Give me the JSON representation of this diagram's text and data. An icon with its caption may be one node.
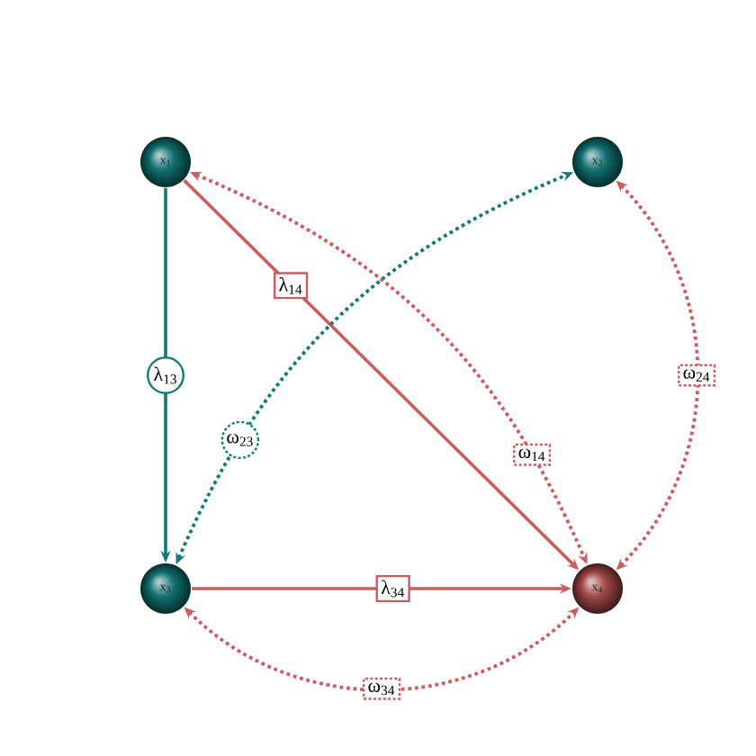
{
  "diagram": {
    "nodes": [
      {
        "text": [
          "x$_{1}$"
        ]
      },
      {
        "text": [
          "x$_{2}$"
        ]
      },
      {
        "text": [
          "x$_{3}$"
        ]
      },
      {
        "text": [
          "x$_{4}$"
        ]
      }
    ],
    "edges": [
      {
        "from": 0,
        "to": 2,
        "arrow": "to",
        "label": "λ$_{13}$",
        "color": "#127a78"
      },
      {
        "from": 0,
        "to": 3,
        "arrow": "to",
        "label": "λ$_{14}$"
      },
      {
        "from": 2,
        "to": 3,
        "arrow": "to",
        "label": "λ$_{34}$"
      },
      {
        "from": 2,
        "to": 1,
        "arrow": "both",
        "label": "ω$_{23}$",
        "style": "dashed",
        "color": "#127a78"
      },
      {
        "from": 0,
        "to": 3,
        "arrow": "both",
        "label": "ω$_{14}$",
        "style": "dashed"
      },
      {
        "from": 1,
        "to": 3,
        "arrow": "both",
        "label": "ω$_{24}$",
        "style": "dashed"
      },
      {
        "from": 2,
        "to": 3,
        "arrow": "both",
        "label": "ω$_{34}$",
        "style": "dashed"
      }
    ]
  }
}
